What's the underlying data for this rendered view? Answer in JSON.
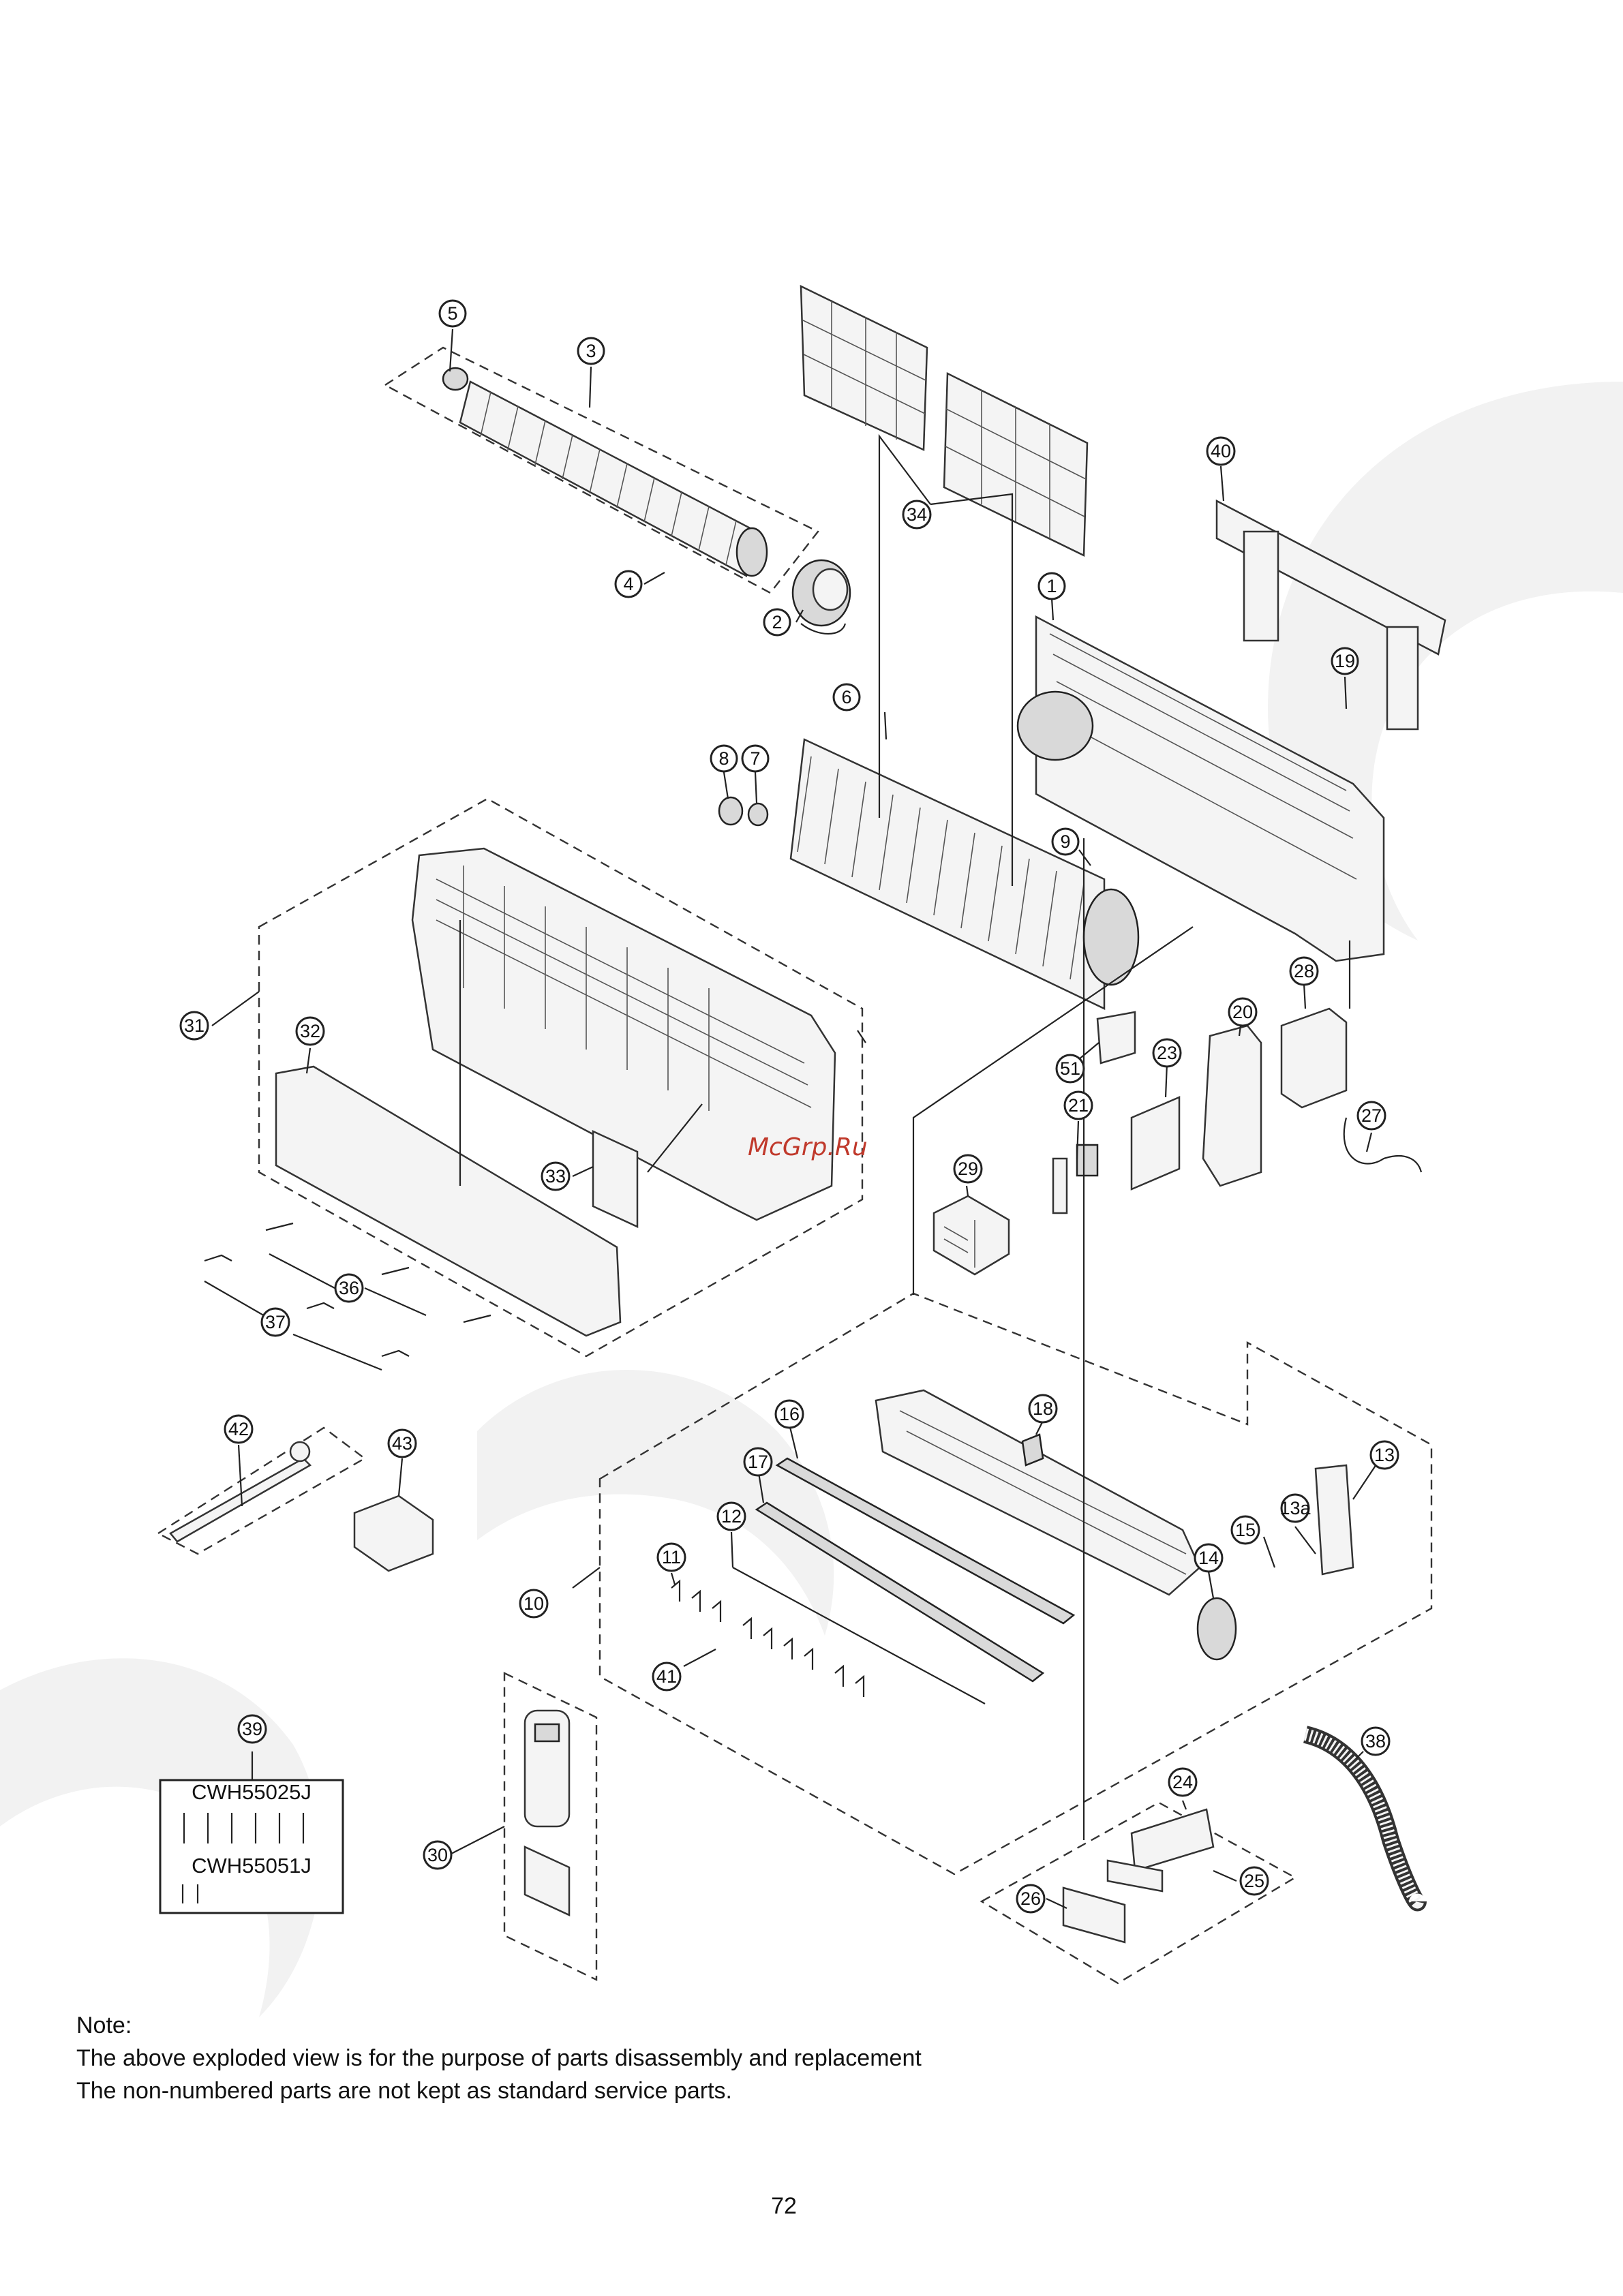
{
  "watermark_text": "McGrp.Ru",
  "callouts": [
    "1",
    "2",
    "3",
    "4",
    "5",
    "6",
    "7",
    "8",
    "9",
    "10",
    "11",
    "12",
    "13",
    "13a",
    "14",
    "15",
    "16",
    "17",
    "18",
    "19",
    "20",
    "21",
    "23",
    "24",
    "25",
    "26",
    "27",
    "28",
    "29",
    "30",
    "31",
    "32",
    "33",
    "34",
    "36",
    "37",
    "38",
    "39",
    "40",
    "41",
    "42",
    "43",
    "51"
  ],
  "screw_kit": {
    "code_top": "CWH55025J",
    "code_bottom": "CWH55051J"
  },
  "note": {
    "heading": "Note:",
    "line1": "The above exploded view is for the purpose of parts disassembly and replacement",
    "line2": "The non-numbered parts are not kept as standard service parts."
  },
  "page_number": "72"
}
